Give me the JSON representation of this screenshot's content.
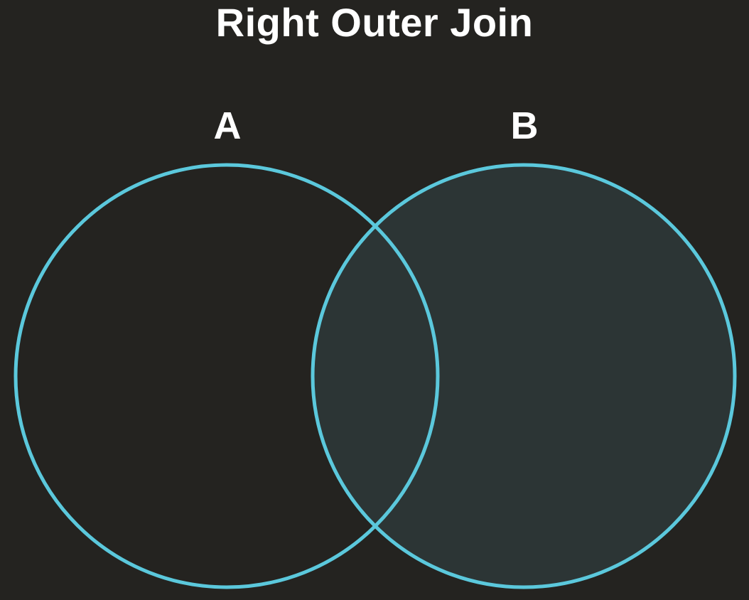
{
  "title": "Right Outer Join",
  "sets": {
    "a": {
      "label": "A",
      "highlighted": false
    },
    "b": {
      "label": "B",
      "highlighted": true
    }
  },
  "colors": {
    "background": "#242320",
    "circle_stroke": "#5bc8dc",
    "highlight_fill": "#2c3535",
    "text": "#ffffff"
  }
}
